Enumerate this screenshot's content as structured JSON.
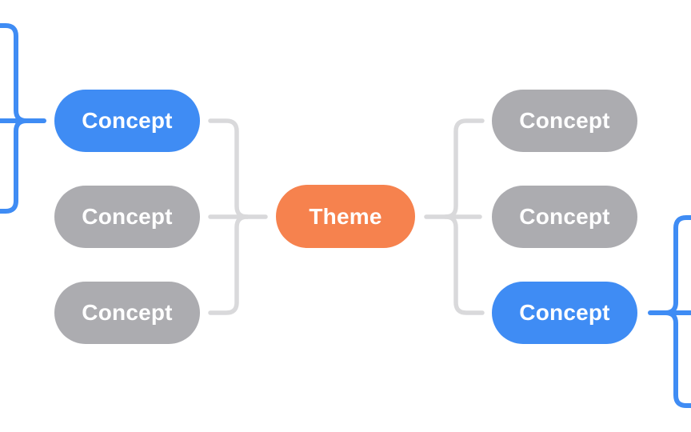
{
  "diagram": {
    "colors": {
      "blue": "#3F8CF4",
      "orange": "#F6824E",
      "gray": "#ACACB0",
      "connector": "#D9D9DB"
    },
    "theme": {
      "label": "Theme",
      "variant": "orange"
    },
    "left_concepts": [
      {
        "label": "Concept",
        "variant": "blue"
      },
      {
        "label": "Concept",
        "variant": "gray"
      },
      {
        "label": "Concept",
        "variant": "gray"
      }
    ],
    "right_concepts": [
      {
        "label": "Concept",
        "variant": "gray"
      },
      {
        "label": "Concept",
        "variant": "gray"
      },
      {
        "label": "Concept",
        "variant": "blue"
      }
    ]
  }
}
